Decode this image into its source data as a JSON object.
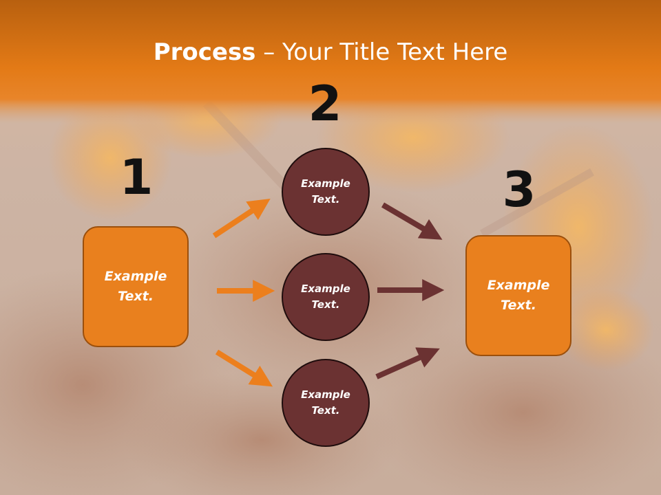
{
  "slide": {
    "title_bold": "Process",
    "title_rest": " – Your Title Text Here",
    "steps": [
      {
        "number": "1",
        "text_line1": "Example",
        "text_line2": "Text."
      },
      {
        "number": "2"
      },
      {
        "number": "3",
        "text_line1": "Example",
        "text_line2": "Text."
      }
    ],
    "circles": [
      {
        "text_line1": "Example",
        "text_line2": "Text."
      },
      {
        "text_line1": "Example",
        "text_line2": "Text."
      },
      {
        "text_line1": "Example",
        "text_line2": "Text."
      }
    ]
  },
  "colors": {
    "header_orange": "#e37a16",
    "box_orange": "#e9801e",
    "circle_maroon": "#6b3232",
    "arrow_orange": "#ec7f1d",
    "arrow_maroon": "#6b3232"
  }
}
